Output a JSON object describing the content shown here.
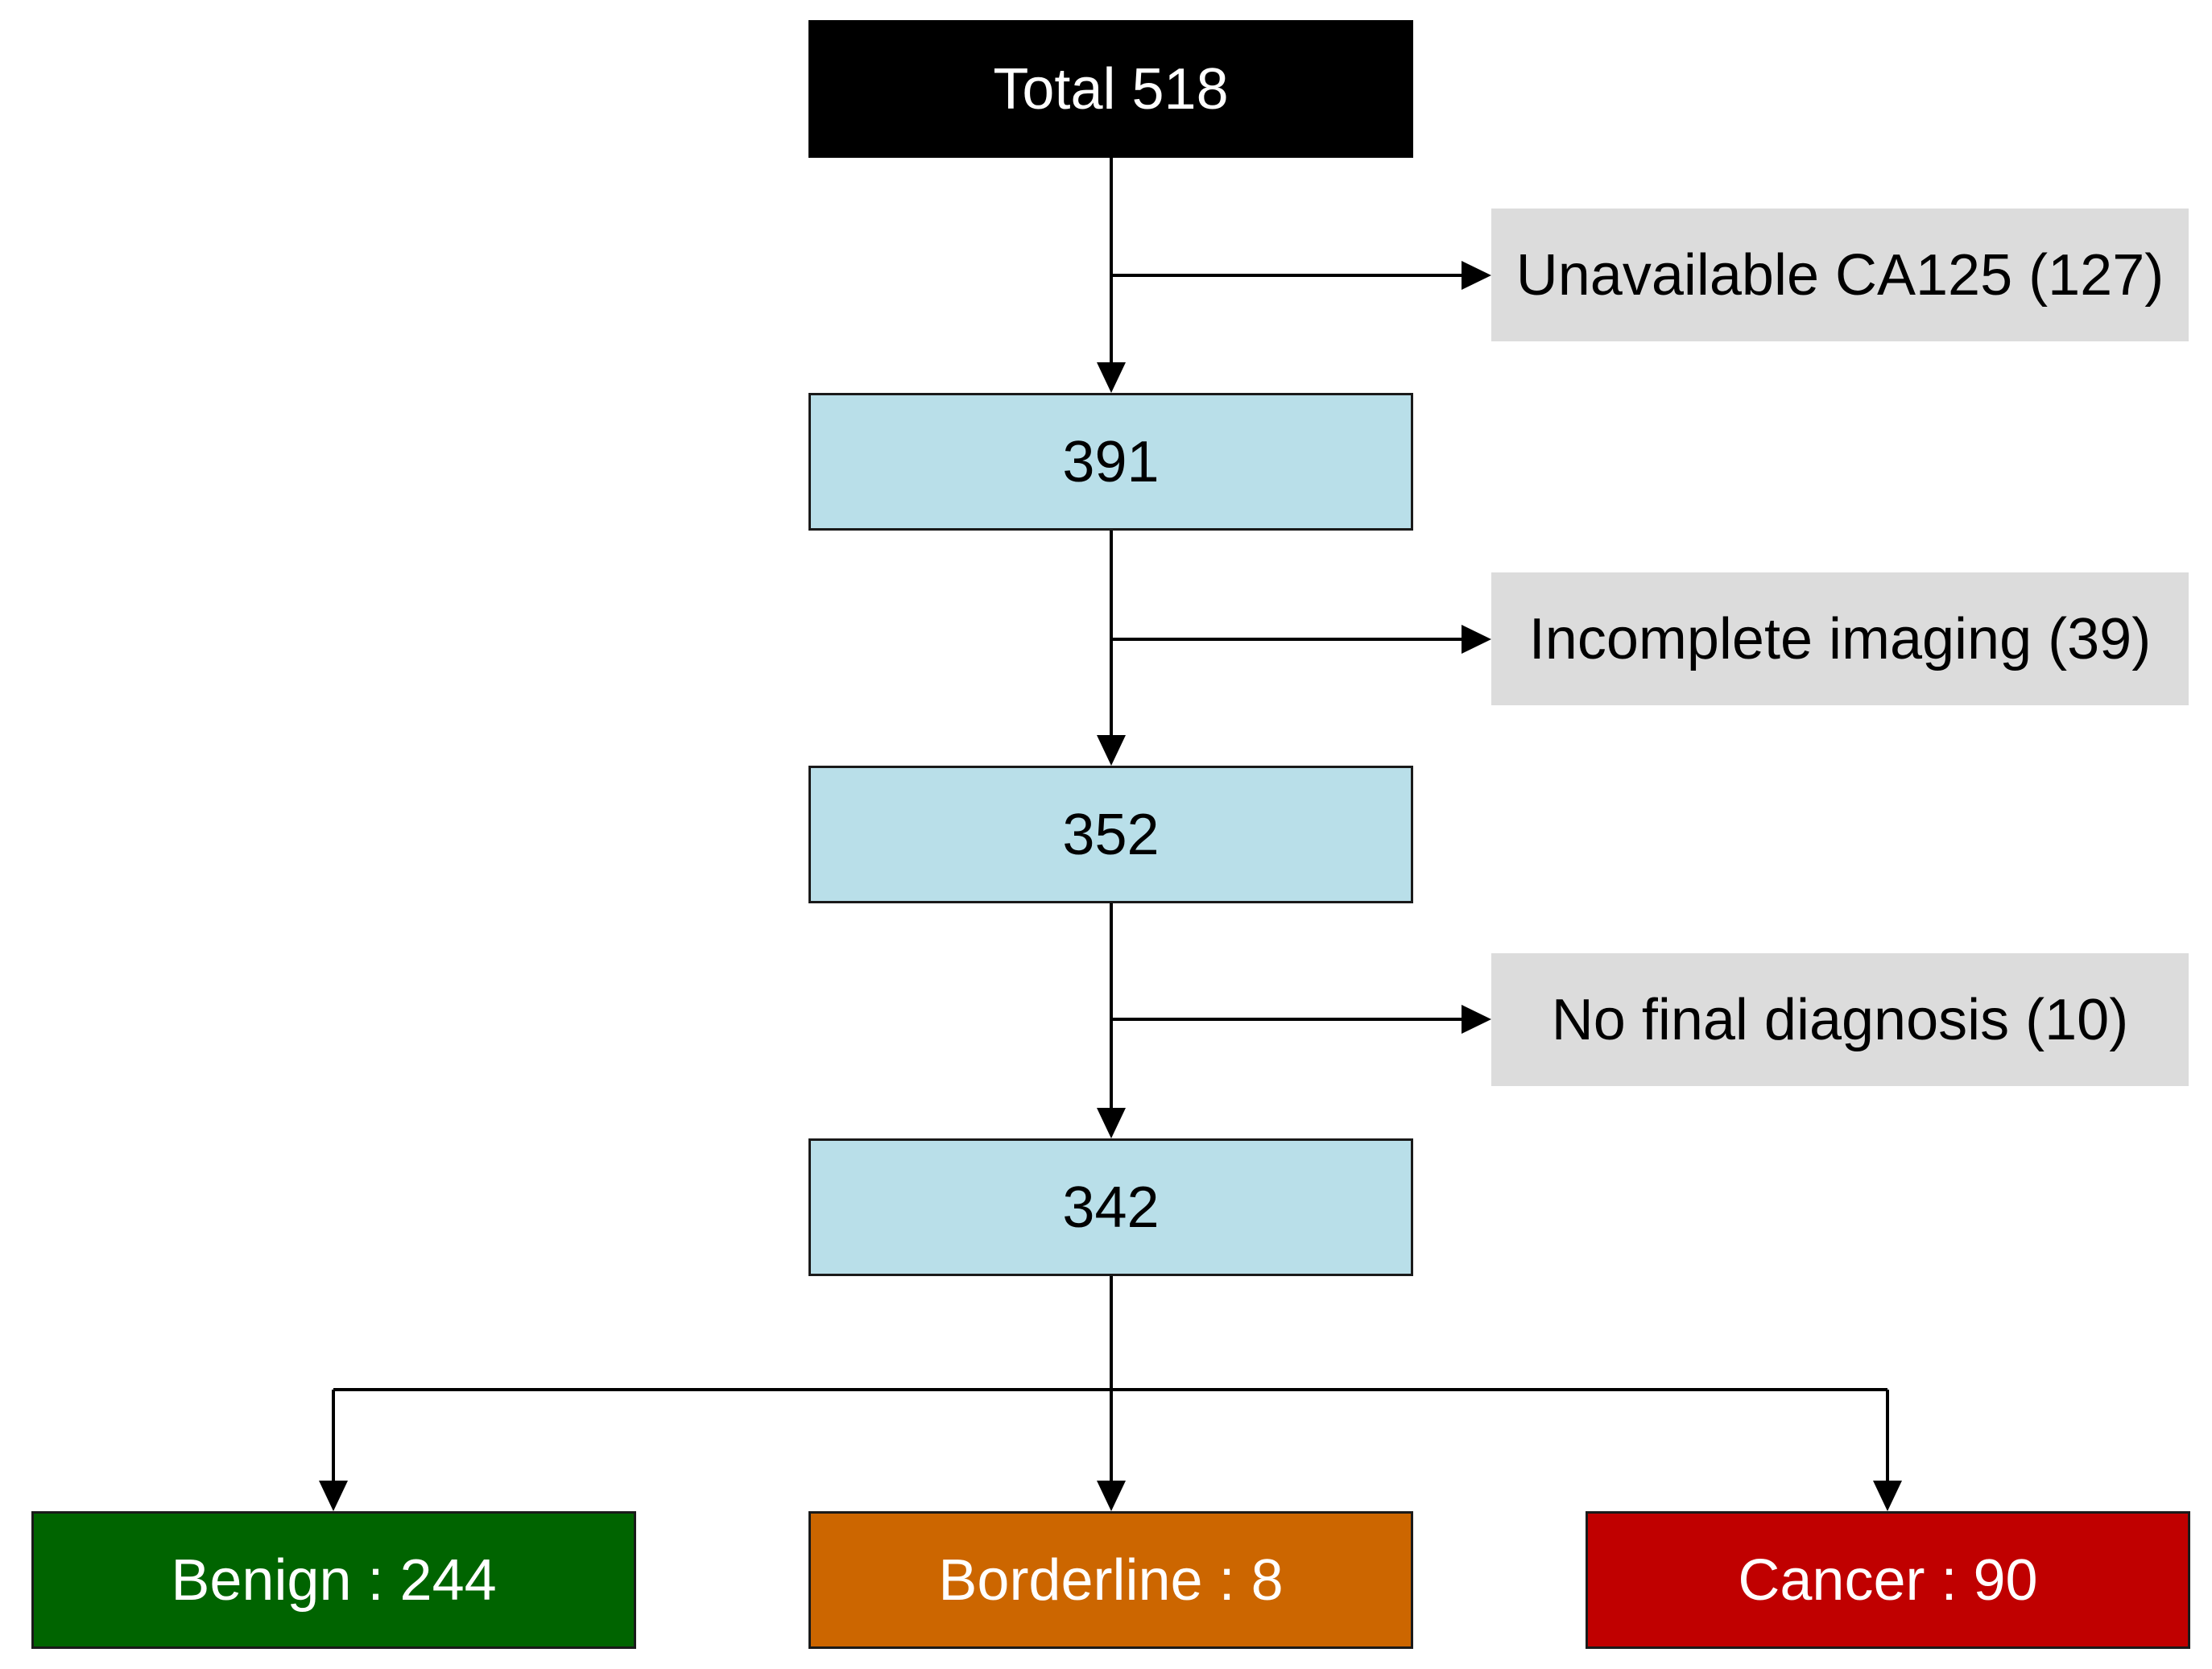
{
  "flowchart": {
    "total": "Total 518",
    "stages": [
      "391",
      "352",
      "342"
    ],
    "exclusions": [
      "Unavailable CA125 (127)",
      "Incomplete imaging (39)",
      "No final diagnosis (10)"
    ],
    "outcomes": [
      {
        "label": "Benign : 244",
        "color": "#006400"
      },
      {
        "label": "Borderline : 8",
        "color": "#cc6600"
      },
      {
        "label": "Cancer : 90",
        "color": "#c00000"
      }
    ]
  },
  "colors": {
    "total_fill": "#000000",
    "stage_fill": "#b9dfe9",
    "exclusion_fill": "#dcdcdc",
    "line": "#000000"
  }
}
